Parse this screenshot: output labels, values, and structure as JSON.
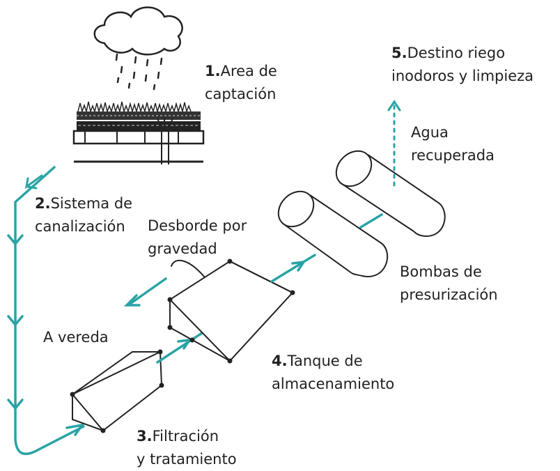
{
  "labels": {
    "captacion": {
      "num": "1.",
      "line1": "Area de",
      "line2": "captación"
    },
    "canalizacion": {
      "num": "2.",
      "line1": "Sistema de",
      "line2": "canalización"
    },
    "desborde": {
      "line1": "Desborde por",
      "line2": "gravedad"
    },
    "vereda": {
      "text": "A vereda"
    },
    "filtracion": {
      "num": "3.",
      "line1": "Filtración",
      "line2": "y tratamiento"
    },
    "tanque": {
      "num": "4.",
      "line1": "Tanque de",
      "line2": "almacenamiento"
    },
    "bombas": {
      "line1": "Bombas de",
      "line2": "presurización"
    },
    "agua": {
      "line1": "Agua",
      "line2": "recuperada"
    },
    "destino": {
      "num": "5.",
      "line1": "Destino riego",
      "line2": "inodoros y limpieza"
    }
  },
  "colors": {
    "flow": "#2aa3a5",
    "ink": "#222222"
  }
}
